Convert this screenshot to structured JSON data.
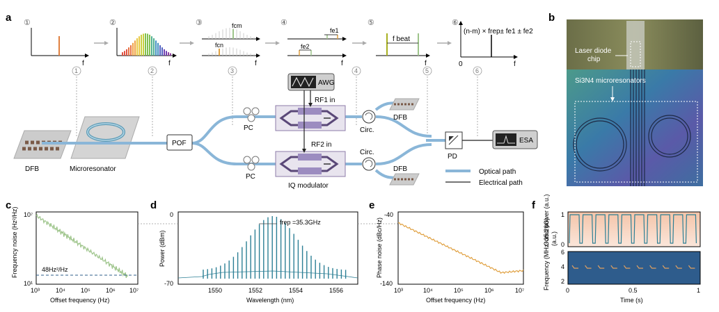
{
  "panel_labels": {
    "a": "a",
    "b": "b",
    "c": "c",
    "d": "d",
    "e": "e",
    "f": "f"
  },
  "stage_numbers": [
    "①",
    "②",
    "③",
    "④",
    "⑤",
    "⑥"
  ],
  "stage_axis_label": "f",
  "stage3": {
    "fcm": "fcm",
    "fcn": "fcn"
  },
  "stage4": {
    "fe1": "fe1",
    "fe2": "fe2"
  },
  "stage5": {
    "fbeat": "f beat"
  },
  "stage6": {
    "formula": "(n-m) × frep± fe1 ± fe2",
    "origin": "0"
  },
  "components": {
    "dfb_left": "DFB",
    "microresonator": "Microresonator",
    "pof": "POF",
    "pc_top": "PC",
    "pc_bottom": "PC",
    "awg": "AWG",
    "rf1": "RF1 in",
    "rf2": "RF2 in",
    "iq": "IQ modulator",
    "circ_top": "Circ.",
    "circ_bottom": "Circ.",
    "dfb_top": "DFB",
    "dfb_bottom": "DFB",
    "pd": "PD",
    "esa": "ESA"
  },
  "legend": {
    "optical": "Optical path",
    "electrical": "Electrical path"
  },
  "colors": {
    "optical": "#8ab6d8",
    "electrical": "#222222",
    "green": "#9dc48a",
    "teal": "#2c7f95",
    "orange": "#e0a040",
    "pink": "#f2b8a0",
    "blue_panel": "#2e5c8c"
  },
  "photo": {
    "laser_diode": "Laser diode",
    "chip": "chip",
    "microresonators": "Si3N4 microresonators"
  },
  "panel_c": {
    "ylabel": "Frequency noise (Hz²/Hz)",
    "xlabel": "Offset frequency (Hz)",
    "annotation": "48Hz²/Hz",
    "yticks": [
      "10⁷",
      "10¹"
    ],
    "xticks": [
      "10³",
      "10⁴",
      "10⁵",
      "10⁶",
      "10⁷"
    ]
  },
  "panel_d": {
    "ylabel": "Power (dBm)",
    "xlabel": "Wavelength (nm)",
    "annotation": "frep =35.3GHz",
    "yticks": [
      "0",
      "-70"
    ],
    "xticks": [
      "1550",
      "1552",
      "1554",
      "1556"
    ]
  },
  "panel_e": {
    "ylabel": "Phase noise (dBc/Hz)",
    "xlabel": "Offset frequency (Hz)",
    "yticks": [
      "-40",
      "-140"
    ],
    "xticks": [
      "10³",
      "10⁴",
      "10⁵",
      "10⁶",
      "10⁷"
    ]
  },
  "panel_f": {
    "ylabel_top": "Comb power (a.u.)",
    "ylabel_bottom": "Frequency (MHz+35.26G)",
    "xlabel": "Time (s)",
    "yticks_top": [
      "1",
      "0"
    ],
    "yticks_bottom": [
      "6",
      "4",
      "2"
    ],
    "xticks": [
      "0",
      "0.5",
      "1"
    ]
  },
  "chart_data": [
    {
      "type": "line",
      "xlabel": "Offset frequency (Hz)",
      "ylabel": "Frequency noise (Hz²/Hz)",
      "x": [
        1000,
        10000,
        100000,
        1000000,
        4000000
      ],
      "values": [
        5000000,
        200000,
        8000,
        500,
        40
      ],
      "reference_level": 48,
      "xscale": "log",
      "yscale": "log",
      "xlim": [
        1000,
        10000000
      ],
      "ylim": [
        10,
        10000000
      ]
    },
    {
      "type": "line",
      "xlabel": "Wavelength (nm)",
      "ylabel": "Power (dBm)",
      "annotation": "frep =35.3GHz",
      "xlim": [
        1548,
        1557
      ],
      "ylim": [
        -70,
        0
      ]
    },
    {
      "type": "line",
      "xlabel": "Offset frequency (Hz)",
      "ylabel": "Phase noise (dBc/Hz)",
      "x": [
        1000,
        10000,
        100000,
        1000000,
        10000000
      ],
      "values": [
        -60,
        -85,
        -105,
        -125,
        -120
      ],
      "xscale": "log",
      "xlim": [
        1000,
        10000000
      ],
      "ylim": [
        -140,
        -40
      ]
    },
    {
      "type": "line",
      "xlabel": "Time (s)",
      "ylabel": "Comb power (a.u.)",
      "xlim": [
        0,
        1
      ],
      "ylim": [
        0,
        1
      ]
    }
  ]
}
